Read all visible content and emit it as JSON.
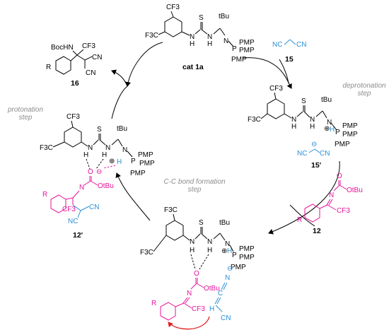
{
  "steps": {
    "protonation": [
      "protonation",
      "step"
    ],
    "deprotonation": [
      "deprotonation",
      "step"
    ],
    "cc_bond": [
      "C-C bond formation",
      "step"
    ]
  },
  "labels": {
    "catalyst": "cat 1a",
    "malononitrile": "15",
    "ylide": "15'",
    "imine": "12",
    "adduct": "12'",
    "product": "16"
  },
  "atoms": {
    "cf3": "CF3",
    "f3c": "F3C",
    "tbu": "tBu",
    "pmp": "PMP",
    "nc": "NC",
    "cn": "CN",
    "r": "R",
    "o": "O",
    "s": "S",
    "h": "H",
    "n": "N",
    "p": "P",
    "c": "C",
    "bochn": "BocHN",
    "otbu": "OtBu",
    "plus": "⊕",
    "minus": "⊖"
  },
  "colors": {
    "imine": "#e5139a",
    "nitrile": "#2a8fd6",
    "step_text": "#8c8c8c",
    "attack_arrow": "#e02020"
  }
}
